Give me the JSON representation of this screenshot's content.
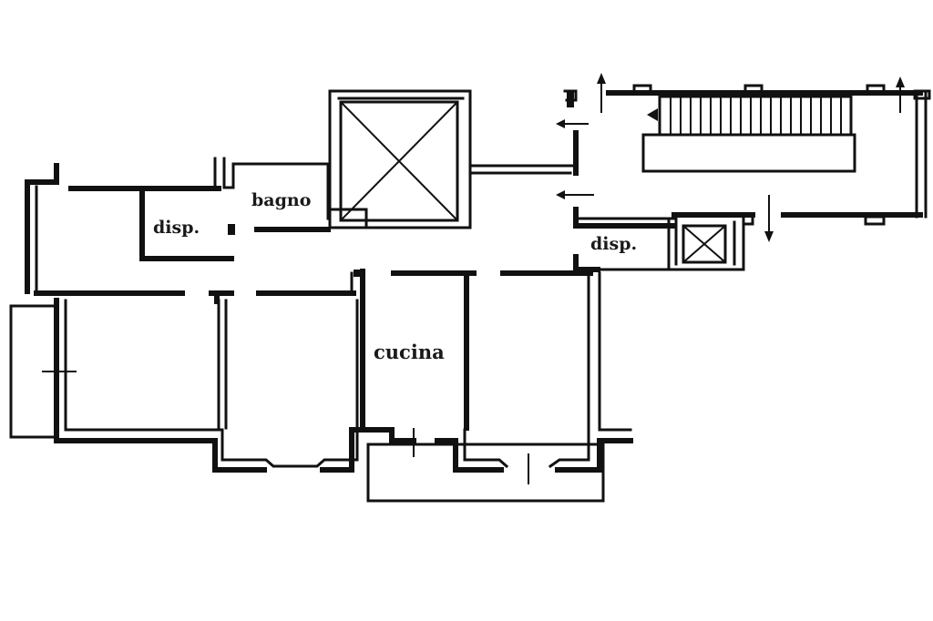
{
  "plan": {
    "rooms": [
      {
        "key": "bagno",
        "label": "bagno"
      },
      {
        "key": "disp_left",
        "label": "disp."
      },
      {
        "key": "disp_right",
        "label": "disp."
      },
      {
        "key": "cucina",
        "label": "cucina"
      }
    ],
    "colors": {
      "ink": "#111111",
      "paper": "#ffffff",
      "shadow": "#dddddd"
    },
    "icons": [
      "elevator-shaft-icon",
      "small-shaft-icon",
      "arrow-up-icon",
      "arrow-down-icon",
      "arrow-left-icon",
      "staircase-icon"
    ]
  }
}
